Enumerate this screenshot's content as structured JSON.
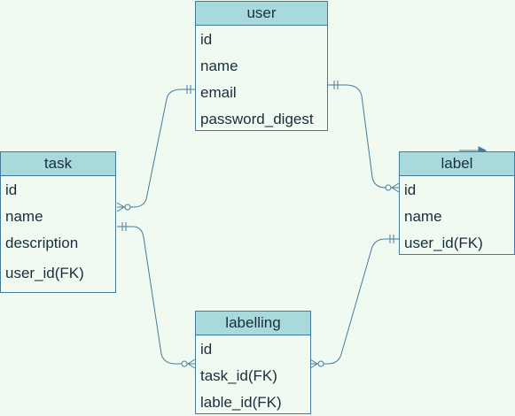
{
  "entities": {
    "user": {
      "name": "user",
      "fields": [
        "id",
        "name",
        "email",
        "password_digest"
      ]
    },
    "task": {
      "name": "task",
      "fields": [
        "id",
        "name",
        "description",
        "user_id(FK)"
      ]
    },
    "label": {
      "name": "label",
      "fields": [
        "id",
        "name",
        "user_id(FK)"
      ]
    },
    "labelling": {
      "name": "labelling",
      "fields": [
        "id",
        "task_id(FK)",
        "lable_id(FK)"
      ]
    }
  },
  "relationships": [
    {
      "from": "user.email",
      "to": "task.id",
      "from_end": "one",
      "to_end": "zero-or-many"
    },
    {
      "from": "user.email",
      "to": "label.id",
      "from_end": "one",
      "to_end": "zero-or-many"
    },
    {
      "from": "task.name",
      "to": "labelling.task_id(FK)",
      "from_end": "one",
      "to_end": "zero-or-many"
    },
    {
      "from": "label.user_id(FK)",
      "to": "labelling.task_id(FK)",
      "from_end": "one",
      "to_end": "zero-or-many"
    }
  ],
  "colors": {
    "header_fill": "#a8dadc",
    "border": "#457b9d",
    "background": "#f0faf0",
    "text": "#182e3e"
  }
}
